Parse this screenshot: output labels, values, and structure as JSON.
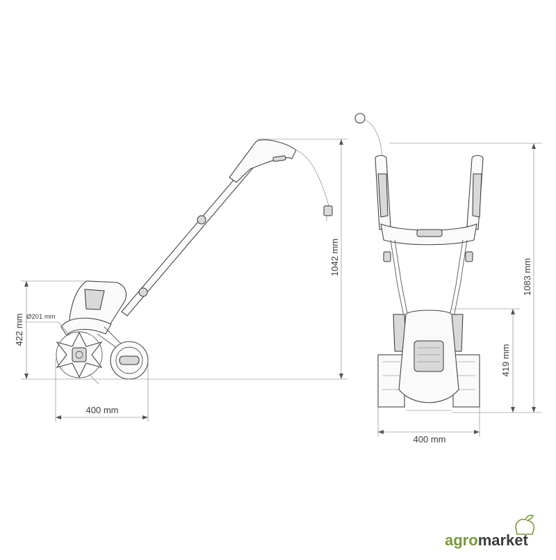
{
  "dimensions": {
    "side_height": "1042 mm",
    "side_head_height": "422 mm",
    "tine_diameter": "Ø201 mm",
    "side_width": "400 mm",
    "front_height": "1083 mm",
    "front_head_height": "419 mm",
    "front_width": "400 mm"
  },
  "logo": {
    "part1": "agro",
    "part2": "market",
    "color_agro": "#7a9a3a",
    "color_market": "#3d3d3d"
  }
}
